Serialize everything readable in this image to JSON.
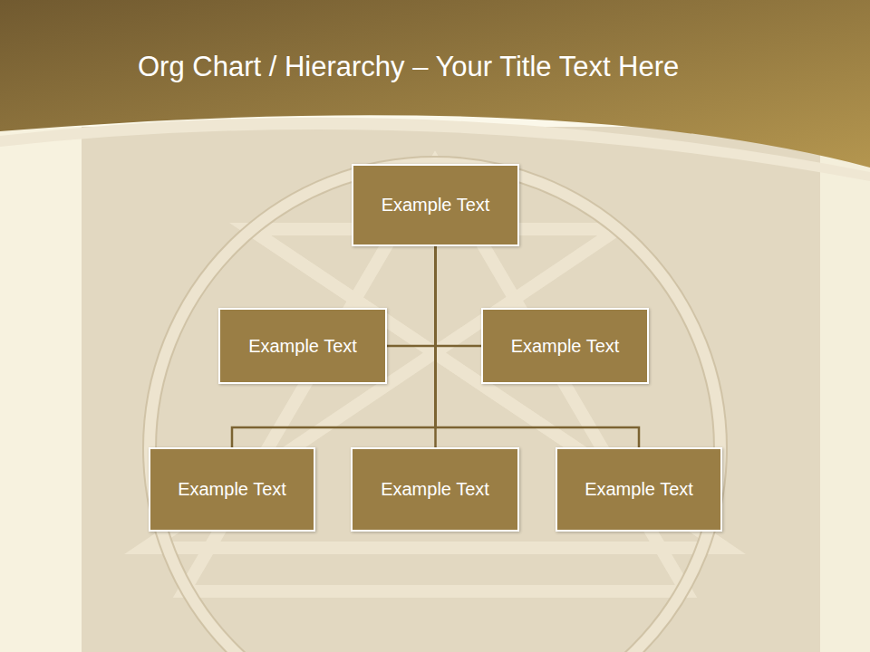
{
  "diagram": {
    "title": "Org Chart / Hierarchy – Your Title Text Here",
    "nodes": [
      {
        "text": [
          "Example Text"
        ]
      },
      {
        "text": [
          "Example Text"
        ]
      },
      {
        "text": [
          "Example Text"
        ]
      },
      {
        "text": [
          "Example Text"
        ]
      },
      {
        "text": [
          "Example Text"
        ]
      },
      {
        "text": [
          "Example Text"
        ]
      }
    ],
    "edges": [
      {
        "from": 0,
        "to": 1,
        "arrow": "none"
      },
      {
        "from": 0,
        "to": 2,
        "arrow": "none"
      },
      {
        "from": 0,
        "to": 3,
        "arrow": "none"
      },
      {
        "from": 0,
        "to": 4,
        "arrow": "none"
      },
      {
        "from": 0,
        "to": 5,
        "arrow": "none"
      }
    ]
  }
}
